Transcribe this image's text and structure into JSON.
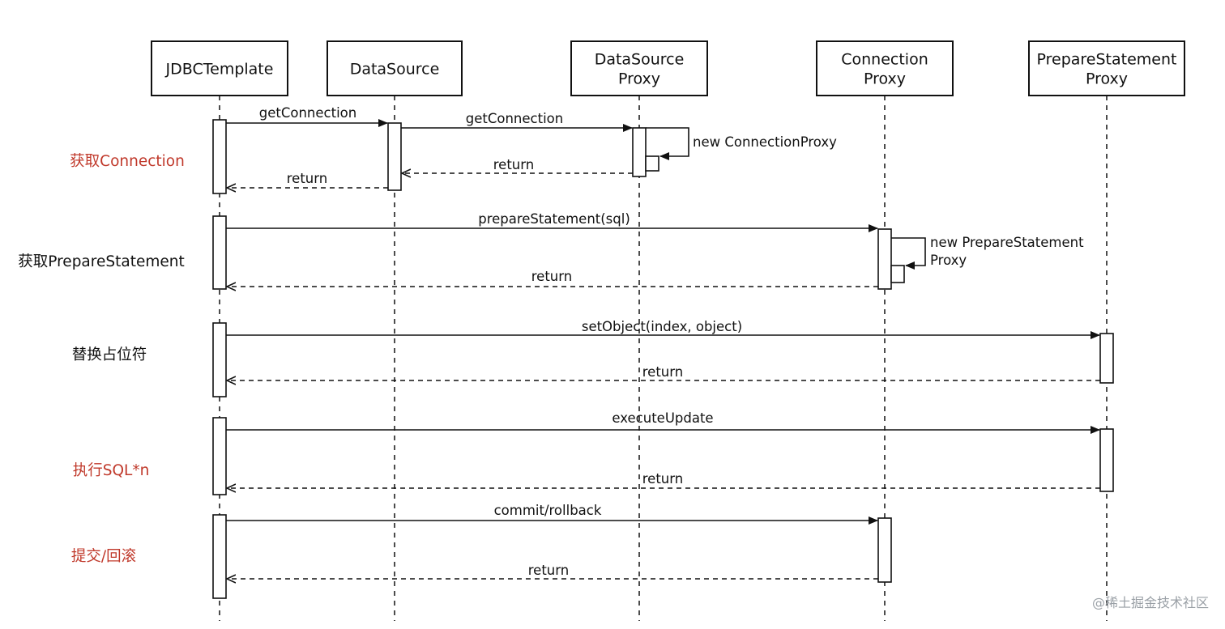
{
  "participants": [
    {
      "id": "jdbc",
      "lines": [
        "JDBCTemplate"
      ]
    },
    {
      "id": "ds",
      "lines": [
        "DataSource"
      ]
    },
    {
      "id": "dsp",
      "lines": [
        "DataSource",
        "Proxy"
      ]
    },
    {
      "id": "cp",
      "lines": [
        "Connection",
        "Proxy"
      ]
    },
    {
      "id": "psp",
      "lines": [
        "PrepareStatement",
        "Proxy"
      ]
    }
  ],
  "phases": [
    {
      "label": "获取Connection",
      "color": "#c0392b"
    },
    {
      "label": "获取PrepareStatement",
      "color": "#111111"
    },
    {
      "label": "替换占位符",
      "color": "#111111"
    },
    {
      "label": "执行SQL*n",
      "color": "#c0392b"
    },
    {
      "label": "提交/回滚",
      "color": "#c0392b"
    }
  ],
  "messages": [
    {
      "from": "jdbc",
      "to": "ds",
      "label": "getConnection",
      "kind": "call"
    },
    {
      "from": "ds",
      "to": "dsp",
      "label": "getConnection",
      "kind": "call"
    },
    {
      "from": "dsp",
      "to": "dsp",
      "label": "new ConnectionProxy",
      "kind": "self"
    },
    {
      "from": "dsp",
      "to": "ds",
      "label": "return",
      "kind": "return"
    },
    {
      "from": "ds",
      "to": "jdbc",
      "label": "return",
      "kind": "return"
    },
    {
      "from": "jdbc",
      "to": "cp",
      "label": "prepareStatement(sql)",
      "kind": "call"
    },
    {
      "from": "cp",
      "to": "cp",
      "label": "new PrepareStatement Proxy",
      "label_lines": [
        "new PrepareStatement",
        "Proxy"
      ],
      "kind": "self"
    },
    {
      "from": "cp",
      "to": "jdbc",
      "label": "return",
      "kind": "return"
    },
    {
      "from": "jdbc",
      "to": "psp",
      "label": "setObject(index, object)",
      "kind": "call"
    },
    {
      "from": "psp",
      "to": "jdbc",
      "label": "return",
      "kind": "return"
    },
    {
      "from": "jdbc",
      "to": "psp",
      "label": "executeUpdate",
      "kind": "call"
    },
    {
      "from": "psp",
      "to": "jdbc",
      "label": "return",
      "kind": "return"
    },
    {
      "from": "jdbc",
      "to": "cp",
      "label": "commit/rollback",
      "kind": "call"
    },
    {
      "from": "cp",
      "to": "jdbc",
      "label": "return",
      "kind": "return"
    }
  ],
  "watermark": "@稀土掘金技术社区"
}
